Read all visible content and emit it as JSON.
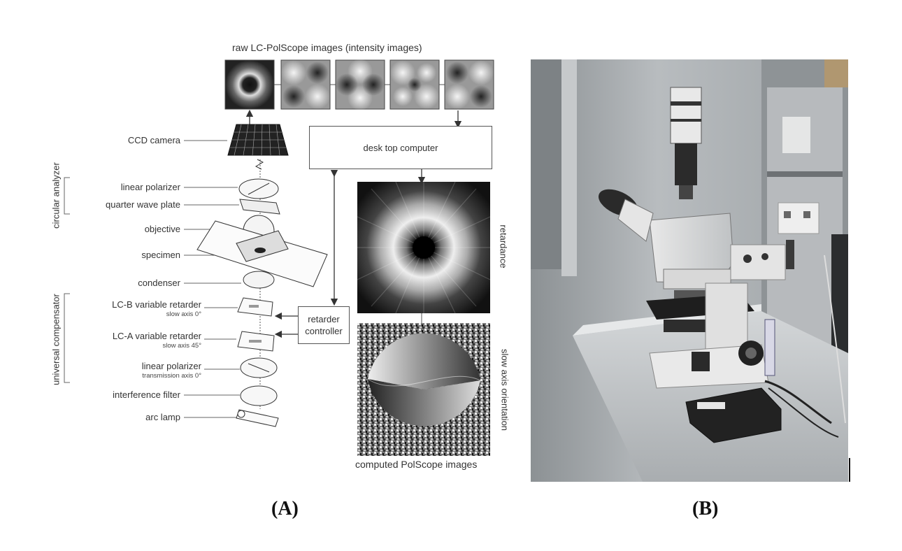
{
  "panel_a": {
    "label": "(A)",
    "raw_title": "raw LC-PolScope images (intensity images)",
    "computer_box": "desk top computer",
    "controller_box_line1": "retarder",
    "controller_box_line2": "controller",
    "retardance_label": "retardance",
    "slow_axis_label": "slow axis orientation",
    "computed_title": "computed PolScope images",
    "group_circular": "circular analyzer",
    "group_universal": "universal compensator",
    "components": {
      "ccd": "CCD camera",
      "linear_polarizer_top": "linear polarizer",
      "quarter_wave": "quarter wave plate",
      "objective": "objective",
      "specimen": "specimen",
      "condenser": "condenser",
      "lcb": "LC-B variable retarder",
      "lcb_sub": "slow axis 0°",
      "lca": "LC-A variable retarder",
      "lca_sub": "slow axis 45°",
      "linear_polarizer_bottom": "linear polarizer",
      "linear_polarizer_bottom_sub": "transmission axis 0°",
      "interference": "interference filter",
      "arc_lamp": "arc lamp"
    }
  },
  "panel_b": {
    "label": "(B)"
  }
}
